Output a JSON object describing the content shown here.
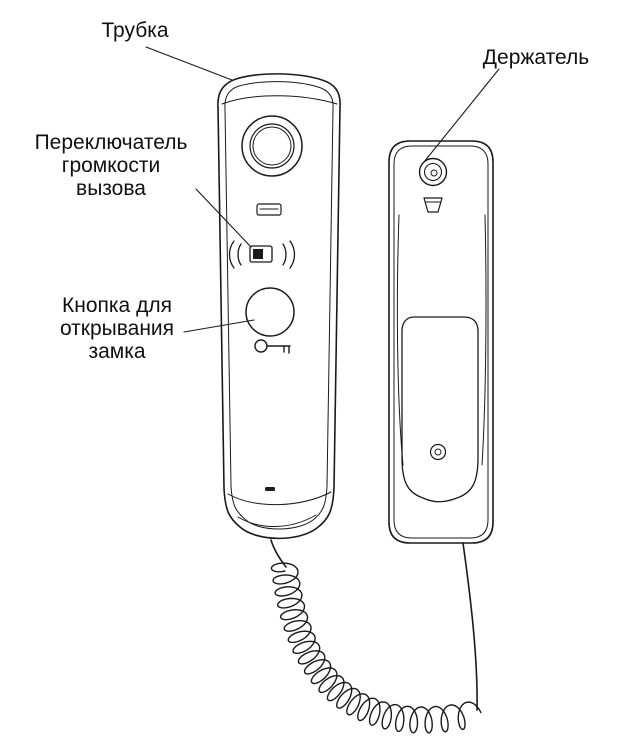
{
  "page": {
    "background": "#ffffff",
    "line_color": "#1a1a1a"
  },
  "labels": {
    "handset": "Трубка",
    "holder": "Держатель",
    "volume_switch": "Переключатель\nгромкости\nвызова",
    "unlock_button": "Кнопка для\nоткрывания\nзамка"
  }
}
